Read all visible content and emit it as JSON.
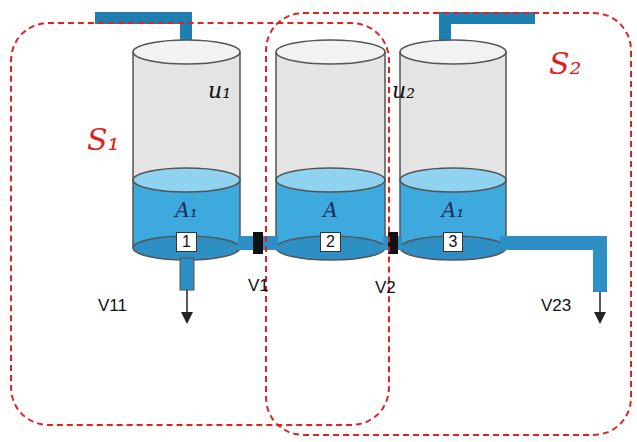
{
  "diagram": {
    "nodes": [
      {
        "text": [
          "S₁"
        ]
      },
      {
        "text": [
          "S₂"
        ]
      },
      {
        "text": [
          "A₁",
          "1"
        ],
        "in": 0
      },
      {
        "text": [
          "A",
          "2"
        ],
        "in": 0
      },
      {
        "text": [
          "A₁",
          "3"
        ],
        "in": 1
      }
    ],
    "edges": [
      {
        "from": 2,
        "to": 3,
        "arrow": "none",
        "label": "V1"
      },
      {
        "from": 3,
        "to": 4,
        "arrow": "none",
        "label": "V2"
      }
    ],
    "labels": [
      "u₁",
      "u₂",
      "V11",
      "V23"
    ]
  }
}
